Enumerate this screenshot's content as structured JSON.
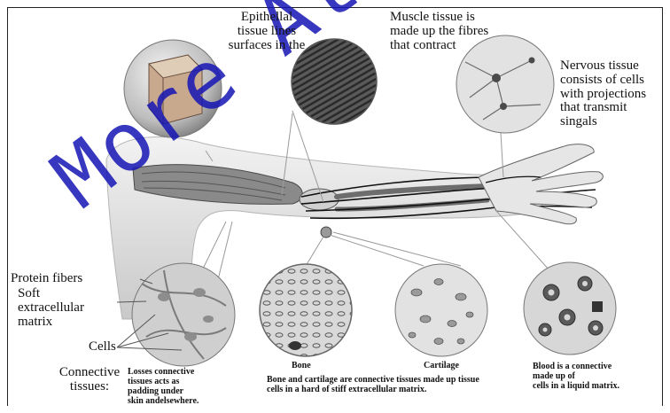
{
  "labels": {
    "epithelial": "Epithellal\ntissue lines\nsurfaces in the",
    "muscle": "Muscle tissue is\nmade up the fibres\nthat contract",
    "nervous": "Nervous tissue\nconsists of cells\nwith projections\nthat transmit\nsingals",
    "protein_fibers": "Protein fibers",
    "soft_matrix": "Soft\nextracellular\nmatrix",
    "cells": "Cells",
    "connective_title": "Connective\ntissues:",
    "loose_connective": "Losses connective\ntissues acts as\npadding under\nskin andelsewhere.",
    "bone": "Bone",
    "cartilage": "Cartilage",
    "bone_cartilage_desc": "Bone and cartilage are connective tissues made up tissue\ncells in a hard of stiff extracellular matrix.",
    "blood": "Blood is a connective\nmade up of\ncells in a liquid matrix."
  },
  "watermark": "More At @",
  "colors": {
    "watermark": "#1a1ab4",
    "skin": "#e3e3e3",
    "muscle": "#8a8a8a",
    "nerve": "#111111",
    "line": "#9a9a9a"
  }
}
